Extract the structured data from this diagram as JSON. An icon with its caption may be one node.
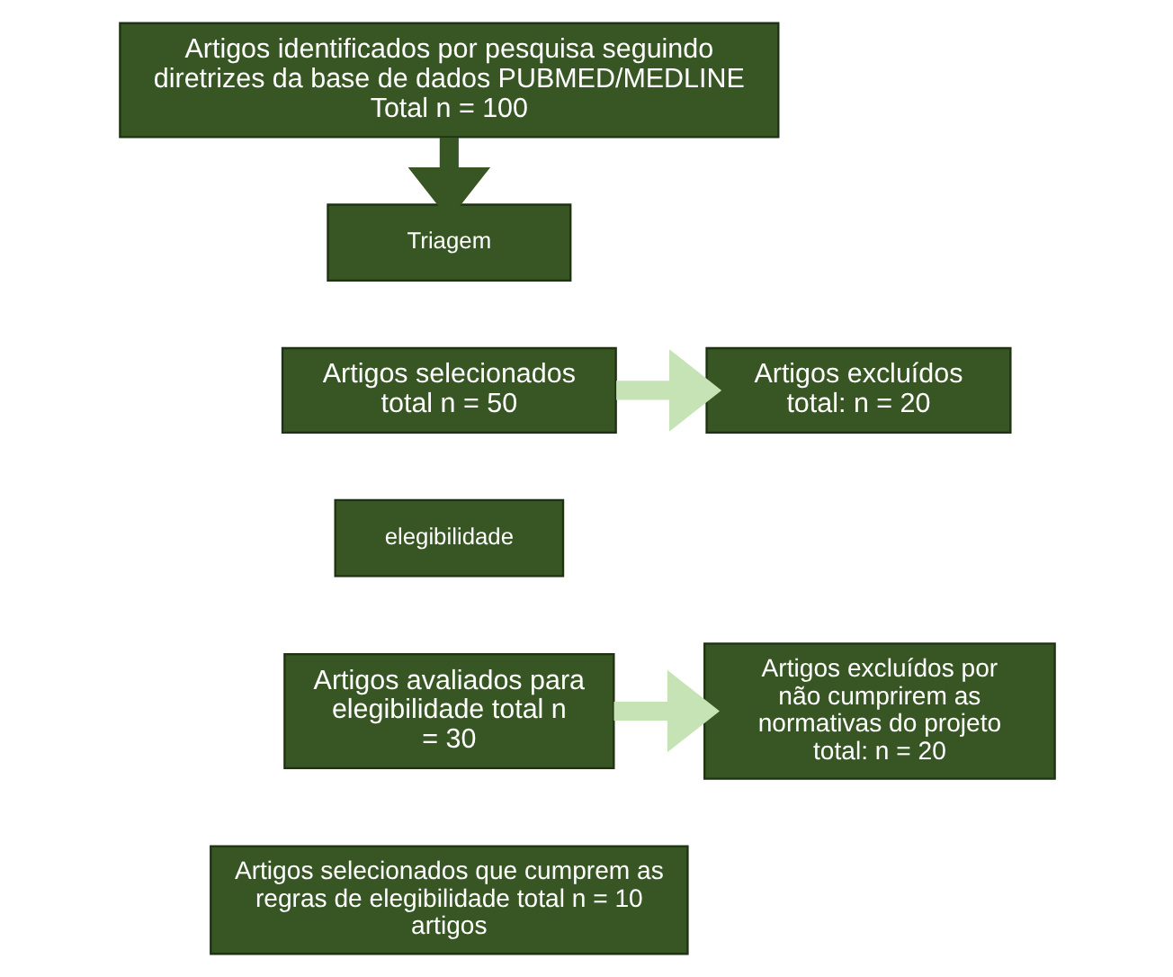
{
  "diagram": {
    "nodes": [
      {
        "text": [
          "Artigos identificados por pesquisa seguindo diretrizes da base de dados PUBMED/MEDLINE Total n = 100"
        ]
      },
      {
        "text": [
          "Triagem"
        ]
      },
      {
        "text": [
          "Artigos selecionados total n = 50"
        ]
      },
      {
        "text": [
          "Artigos excluídos total: n = 20"
        ]
      },
      {
        "text": [
          "elegibilidade"
        ]
      },
      {
        "text": [
          "Artigos avaliados para elegibilidade total n = 30"
        ]
      },
      {
        "text": [
          "Artigos excluídos por não cumprirem as normativas do projeto total: n = 20"
        ]
      },
      {
        "text": [
          "Artigos selecionados que cumprem as regras de elegibilidade total n = 10 artigos"
        ]
      }
    ],
    "edges": [
      {
        "from": 0,
        "to": 1,
        "arrow": "to",
        "color": "#375623"
      },
      {
        "from": 2,
        "to": 3,
        "arrow": "to"
      },
      {
        "from": 5,
        "to": 6,
        "arrow": "to"
      }
    ]
  }
}
